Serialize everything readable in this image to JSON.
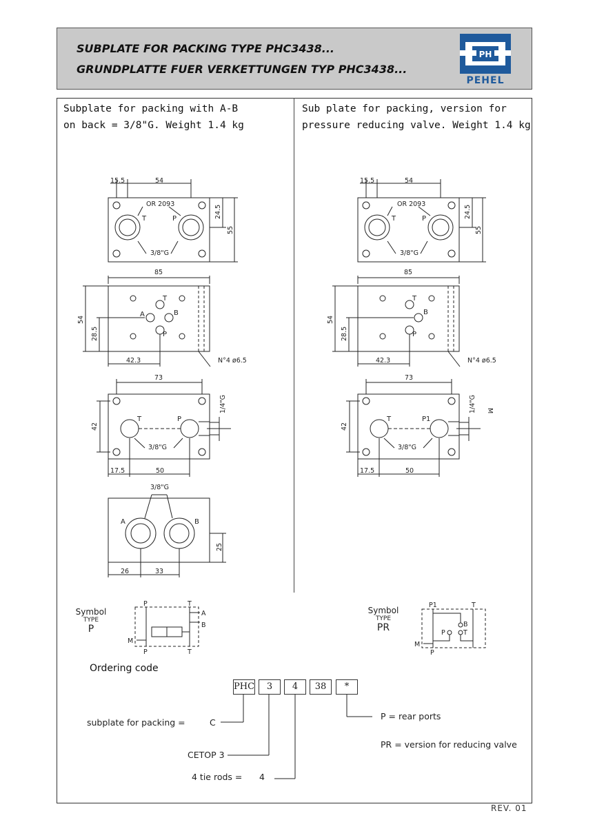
{
  "header": {
    "title_en": "SUBPLATE FOR PACKING TYPE PHC3438...",
    "title_de": "GRUNDPLATTE FUER VERKETTUNGEN TYP PHC3438...",
    "logo_mark": "PH",
    "logo_text": "PEHEL",
    "brand_color": "#1f5a9c"
  },
  "left_panel": {
    "description_line1": "Subplate for packing with A-B",
    "description_line2": "on back = 3/8\"G. Weight 1.4 kg"
  },
  "right_panel": {
    "description_line1": "Sub plate for packing, version for",
    "description_line2": "pressure reducing valve. Weight 1.4 kg"
  },
  "drawing_labels": {
    "d15_5": "15.5",
    "d54": "54",
    "or": "OR 2093",
    "d24_5": "24.5",
    "d55": "55",
    "g38": "3/8\"G",
    "d85": "85",
    "d28_5": "28.5",
    "d42_3": "42.3",
    "holes": "N°4 ø6.5",
    "d73": "73",
    "g14": "1/4\"G",
    "d42": "42",
    "d17_5": "17.5",
    "d50": "50",
    "d25": "25",
    "d26": "26",
    "d33": "33",
    "T": "T",
    "P": "P",
    "A": "A",
    "B": "B",
    "P1": "P1",
    "M": "M"
  },
  "symbols": {
    "left": {
      "symbol": "Symbol",
      "type": "TYPE",
      "code": "P"
    },
    "right": {
      "symbol": "Symbol",
      "type": "TYPE",
      "code": "PR"
    }
  },
  "ordering": {
    "title": "Ordering code",
    "boxes": [
      "PHC",
      "3",
      "4",
      "38",
      "*"
    ],
    "subplate_label": "subplate for packing =",
    "subplate_value": "C",
    "cetop": "CETOP 3",
    "tie_rods_label": "4 tie rods =",
    "tie_rods_value": "4",
    "option_p": "P = rear ports",
    "option_pr": "PR = version for reducing valve"
  },
  "revision": "REV. 01"
}
